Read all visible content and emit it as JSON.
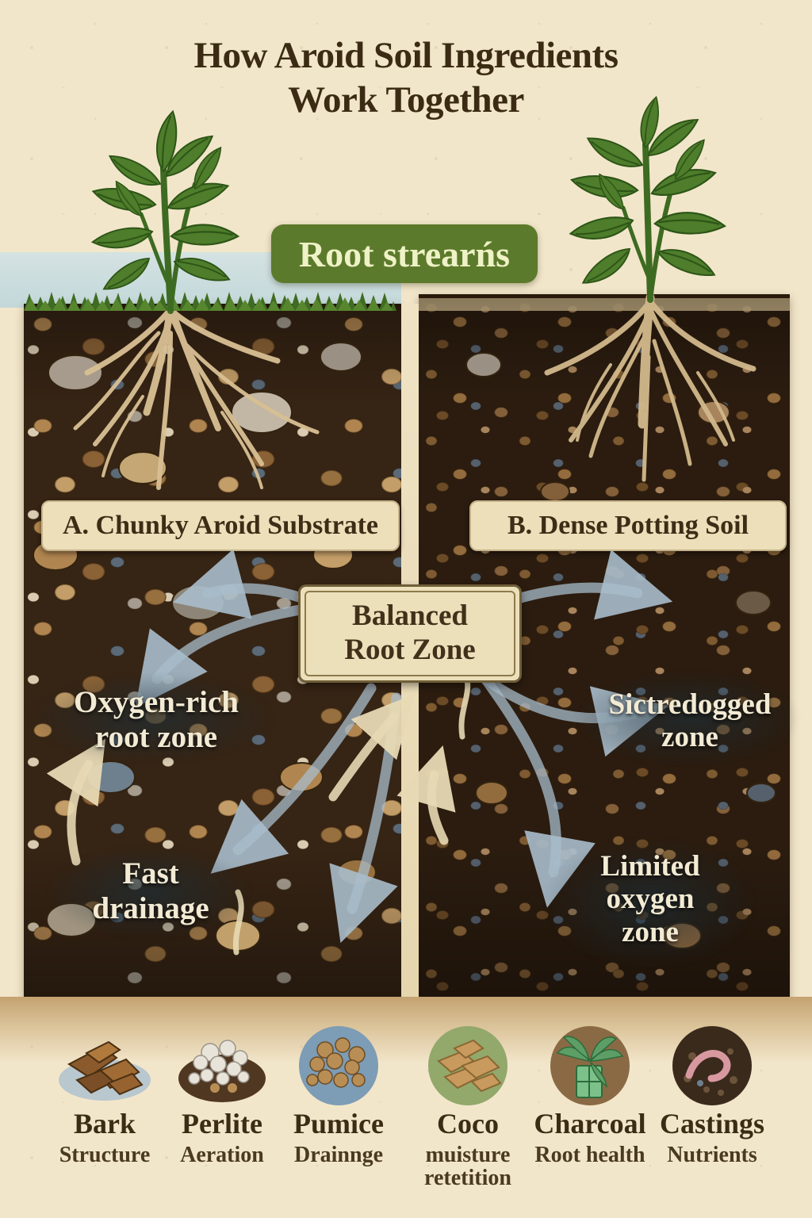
{
  "title": {
    "line1": "How Aroid Soil Ingredients",
    "line2": "Work Together"
  },
  "banner": {
    "label": "Root strearńs"
  },
  "panels": {
    "left": {
      "label": "A. Chunky Aroid Substrate"
    },
    "right": {
      "label": "B. Dense Potting Soil"
    }
  },
  "plaque": {
    "line1": "Balanced",
    "line2": "Root Zone"
  },
  "zones": {
    "left_top": {
      "line1": "Oxygen-rich",
      "line2": "root zone"
    },
    "right_top": {
      "line1": "Sictredogged",
      "line2": "zone"
    },
    "left_bottom": {
      "line1": "Fast",
      "line2": "drainage"
    },
    "right_bottom": {
      "line1": "Limited",
      "line2": "oxygen",
      "line3": "zone"
    }
  },
  "ingredients": [
    {
      "name": "Bark",
      "benefit": "Structure"
    },
    {
      "name": "Perlite",
      "benefit": "Aeration"
    },
    {
      "name": "Pumice",
      "benefit": "Drainnge"
    },
    {
      "name": "Coco",
      "benefit": "muisture retetition"
    },
    {
      "name": "Charcoal",
      "benefit": "Root health"
    },
    {
      "name": "Castings",
      "benefit": "Nutrients"
    }
  ],
  "colors": {
    "paper": "#f2e6ca",
    "banner_green": "#5c7a2b",
    "title_brown": "#3b2b14",
    "plaque_cream": "#ece0bb",
    "zone_text": "#f2ead3",
    "arrow_blue": "#9fb4c4",
    "arrow_cream": "#e7d9b4"
  }
}
